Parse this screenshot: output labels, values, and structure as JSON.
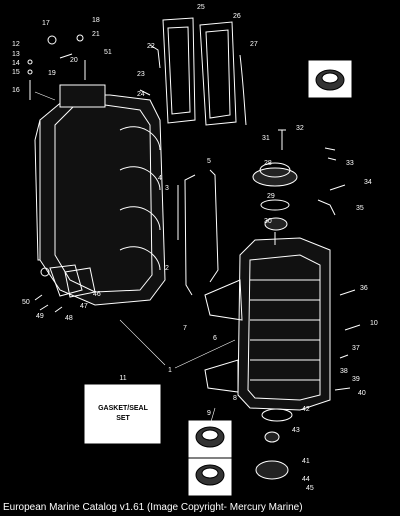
{
  "footer": {
    "caption": "European Marine Catalog v1.61 (Image Copyright- Mercury Marine)"
  },
  "gasket_set": {
    "number": "11",
    "line1": "GASKET/SEAL",
    "line2": "SET"
  },
  "callouts": [
    "1",
    "2",
    "3",
    "4",
    "5",
    "6",
    "7",
    "8",
    "9",
    "10",
    "12",
    "13",
    "14",
    "15",
    "16",
    "17",
    "18",
    "19",
    "20",
    "21",
    "22",
    "23",
    "24",
    "25",
    "26",
    "27",
    "28",
    "29",
    "30",
    "31",
    "32",
    "33",
    "34",
    "35",
    "36",
    "37",
    "38",
    "39",
    "40",
    "41",
    "42",
    "43",
    "44",
    "45",
    "46",
    "47",
    "48",
    "49",
    "50",
    "51"
  ]
}
